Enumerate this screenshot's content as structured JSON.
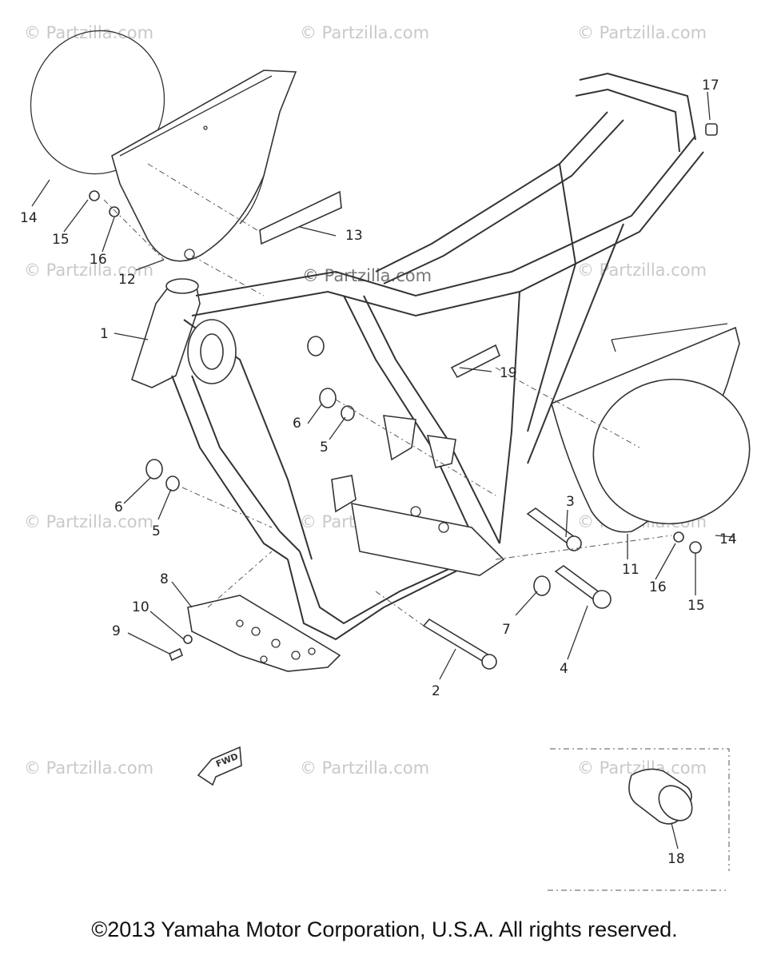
{
  "watermark": "© Partzilla.com",
  "fwd_label": "FWD",
  "copyright": "©2013 Yamaha Motor Corporation, U.S.A. All rights reserved.",
  "callouts": {
    "c1": "1",
    "c2": "2",
    "c3": "3",
    "c4": "4",
    "c5a": "5",
    "c5b": "5",
    "c6a": "6",
    "c6b": "6",
    "c7": "7",
    "c8": "8",
    "c9": "9",
    "c10": "10",
    "c11": "11",
    "c12": "12",
    "c13": "13",
    "c14a": "14",
    "c14b": "14",
    "c15a": "15",
    "c15b": "15",
    "c16a": "16",
    "c16b": "16",
    "c17": "17",
    "c18": "18",
    "c19": "19"
  }
}
